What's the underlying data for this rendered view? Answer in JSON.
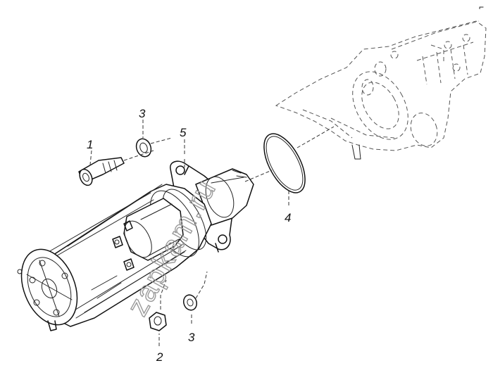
{
  "callouts": [
    {
      "id": "bolt",
      "text": "1"
    },
    {
      "id": "nut",
      "text": "2"
    },
    {
      "id": "washer_upper",
      "text": "3"
    },
    {
      "id": "washer_lower",
      "text": "3"
    },
    {
      "id": "o_ring",
      "text": "4"
    },
    {
      "id": "starter",
      "text": "5"
    }
  ],
  "watermark": "zapkam.ru",
  "corner_mark": "⌐"
}
